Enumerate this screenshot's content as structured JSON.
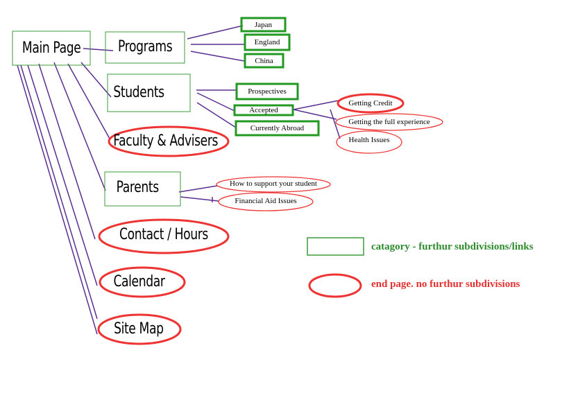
{
  "colors": {
    "category_border": "#3b9b3b",
    "category_border_strong": "#229922",
    "endpage_border": "#ee3333",
    "connector": "#5a2d91",
    "legend_category_text": "#2e8b2e",
    "legend_endpage_text": "#e53030"
  },
  "nodes": {
    "main_page": "Main Page",
    "programs": "Programs",
    "japan": "Japan",
    "england": "England",
    "china": "China",
    "students": "Students",
    "prospectives": "Prospectives",
    "accepted": "Accepted",
    "currently_abroad": "Currently Abroad",
    "getting_credit": "Getting Credit",
    "getting_full_experience": "Getting the full experience",
    "health_issues": "Health Issues",
    "faculty_advisers": "Faculty & Advisers",
    "parents": "Parents",
    "how_to_support": "How to support your student",
    "financial_aid": "Financial Aid Issues",
    "contact_hours": "Contact / Hours",
    "calendar": "Calendar",
    "site_map": "Site Map"
  },
  "legend": {
    "category": "catagory - furthur subdivisions/links",
    "endpage": "end page. no furthur subdivisions"
  }
}
